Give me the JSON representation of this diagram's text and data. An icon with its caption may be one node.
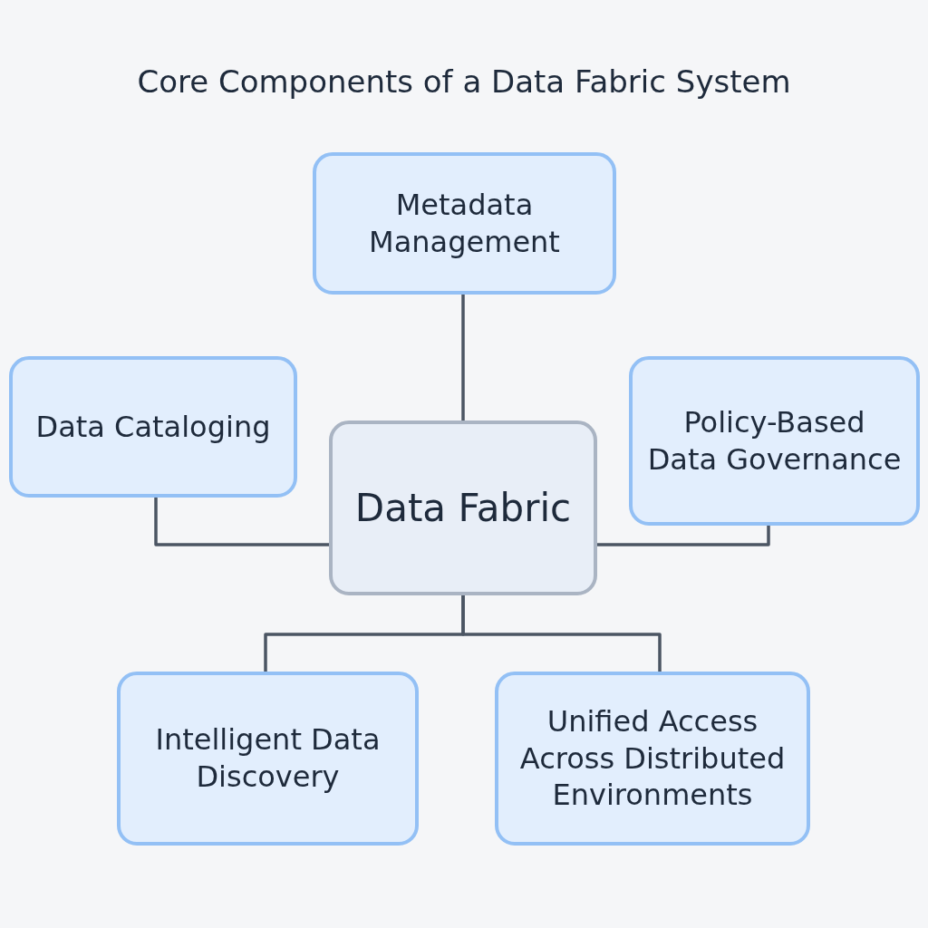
{
  "diagram": {
    "title": "Core Components of a Data Fabric System",
    "nodes": [
      {
        "text": [
          "Metadata Management"
        ]
      },
      {
        "text": [
          "Data Cataloging"
        ]
      },
      {
        "text": [
          "Data Fabric"
        ]
      },
      {
        "text": [
          "Policy-Based Data Governance"
        ]
      },
      {
        "text": [
          "Intelligent Data Discovery"
        ]
      },
      {
        "text": [
          "Unified Access Across Distributed Environments"
        ]
      }
    ],
    "edges": [
      {
        "from": 2,
        "to": 0,
        "arrow": "none"
      },
      {
        "from": 2,
        "to": 1,
        "arrow": "none"
      },
      {
        "from": 2,
        "to": 3,
        "arrow": "none"
      },
      {
        "from": 2,
        "to": 4,
        "arrow": "none"
      },
      {
        "from": 2,
        "to": 5,
        "arrow": "none"
      }
    ]
  }
}
